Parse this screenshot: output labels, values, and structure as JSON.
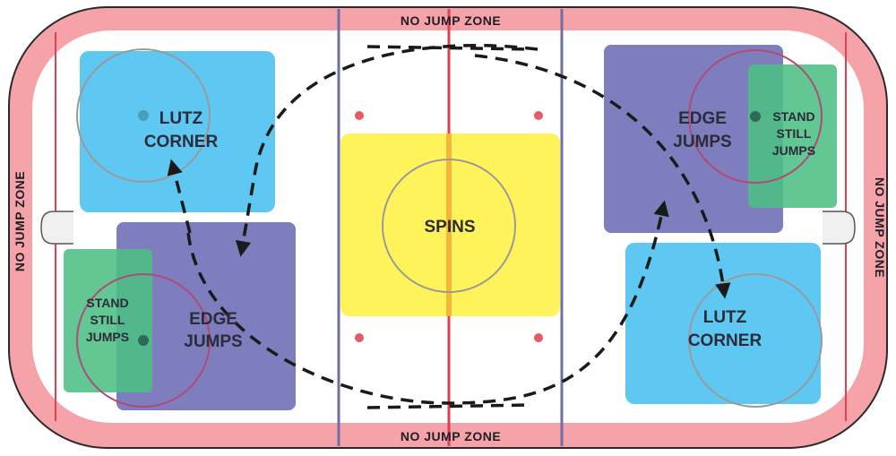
{
  "boundary_labels": {
    "top": "NO JUMP ZONE",
    "bottom": "NO JUMP ZONE",
    "left": "NO JUMP ZONE",
    "right": "NO JUMP ZONE"
  },
  "zones": {
    "lutz_corner_left": {
      "line1": "LUTZ",
      "line2": "CORNER"
    },
    "edge_jumps_left": {
      "line1": "EDGE",
      "line2": "JUMPS"
    },
    "stand_still_left": {
      "line1": "STAND",
      "line2": "STILL",
      "line3": "JUMPS"
    },
    "spins": {
      "label": "SPINS"
    },
    "edge_jumps_right": {
      "line1": "EDGE",
      "line2": "JUMPS"
    },
    "stand_still_right": {
      "line1": "STAND",
      "line2": "STILL",
      "line3": "JUMPS"
    },
    "lutz_corner_right": {
      "line1": "LUTZ",
      "line2": "CORNER"
    }
  },
  "colors": {
    "border": "#f5a3a8",
    "red_line": "#e0404f",
    "blue_line": "#6f6fa8",
    "ice": "#ffffff",
    "lutz_zone": "#5ec8f2",
    "edge_zone": "#7e7dbe",
    "stand_still_zone": "#4cbf84",
    "spins_zone": "#fff35c",
    "circle": "#9a9a9a",
    "path": "#1a1a1a"
  }
}
